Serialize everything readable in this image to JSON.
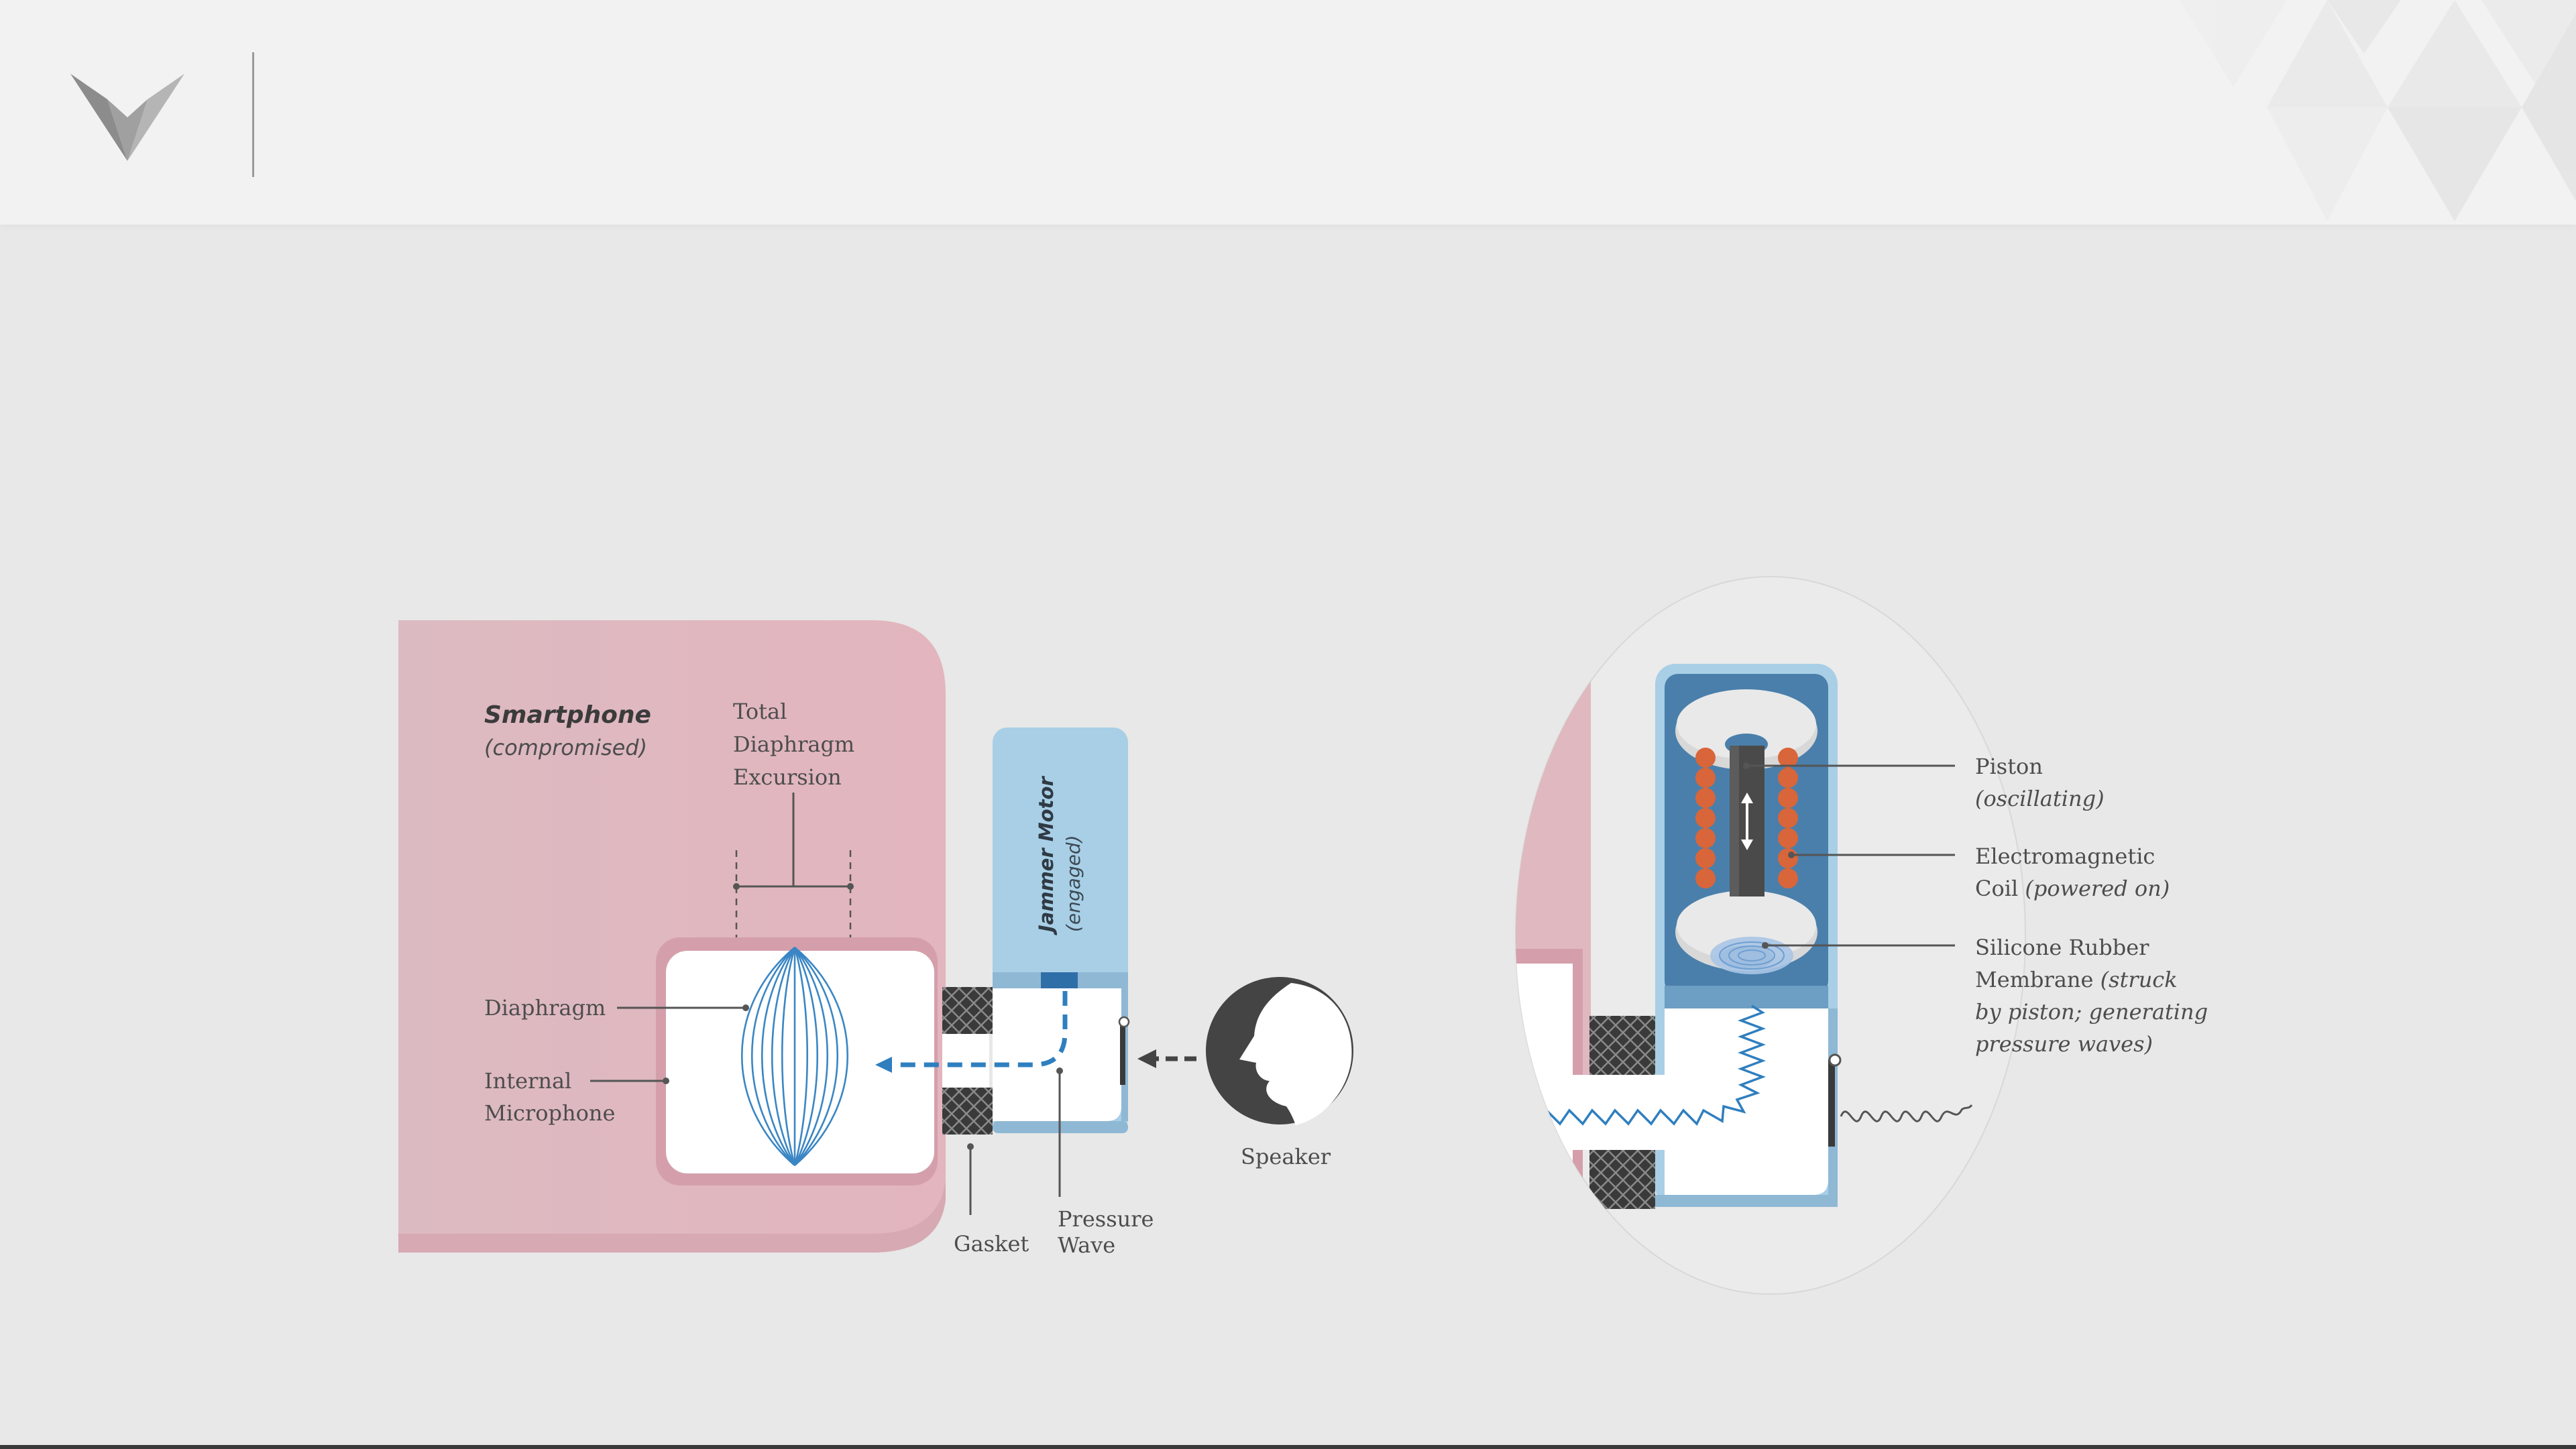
{
  "colors": {
    "phone": "#e0b8c0",
    "motor": "#a8cfe6",
    "accent_blue": "#2f7fbf",
    "coil": "#d9653a",
    "dark": "#444444"
  },
  "icons": {
    "logo": "v-shield-logo-icon",
    "speaker": "speaking-head-icon"
  },
  "left": {
    "smartphone_title": "Smartphone",
    "smartphone_subtitle": "(compromised)",
    "excursion_label": [
      "Total",
      "Diaphragm",
      "Excursion"
    ],
    "diaphragm_label": "Diaphragm",
    "microphone_label": [
      "Internal",
      "Microphone"
    ],
    "motor_title": "Jammer Motor",
    "motor_subtitle": "(engaged)",
    "gasket_label": "Gasket",
    "pressure_label": [
      "Pressure",
      "Wave"
    ],
    "speaker_label": "Speaker"
  },
  "right": {
    "piston": {
      "line1": "Piston",
      "line2_italic": "(oscillating)"
    },
    "coil": {
      "line1": "Electromagnetic",
      "line2_normal": "Coil ",
      "line2_italic": "(powered on)"
    },
    "membrane": {
      "line1": "Silicone Rubber",
      "line2_normal": "Membrane ",
      "line2_italic": "(struck",
      "line3_italic": "by piston; generating",
      "line4_italic": "pressure waves)"
    }
  }
}
